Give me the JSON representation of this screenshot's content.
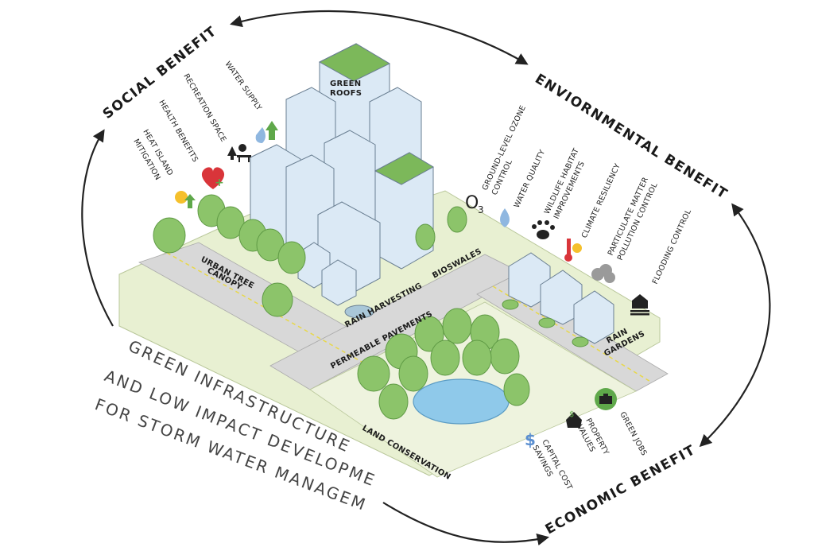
{
  "headings": {
    "social": "SOCIAL BENEFITS",
    "environmental": "ENVIORNMENTAL BENEFITS",
    "economic": "ECONOMIC BENEFITS"
  },
  "title_lines": [
    "GREEN INFRASTRUCTURE",
    "AND LOW IMPACT DEVELOPMENT",
    "FOR STORM WATER MANAGEMENT"
  ],
  "social_items": {
    "water_supply": "WATER SUPPLY",
    "recreation_space": "RECREATION SPACE",
    "health_benefits": "HEALTH BENEFITS",
    "heat_island_1": "HEAT ISLAND",
    "heat_island_2": "MITIGATION"
  },
  "environmental_items": {
    "ozone_1": "GROUND-LEVEL OZONE",
    "ozone_2": "CONTROL",
    "ozone_symbol": "O",
    "ozone_sub": "3",
    "water_quality": "WATER QUALITY",
    "wildlife_1": "WILDLIFE HABITAT",
    "wildlife_2": "IMPROVEMENTS",
    "climate": "CLIMATE RESILIENCY",
    "particulate_1": "PARTICULATE MATTER",
    "particulate_2": "POLLUTION CONTROL",
    "flooding": "FLOODING CONTROL"
  },
  "economic_items": {
    "green_jobs": "GREEN JOBS",
    "property_1": "PROPERTY",
    "property_2": "VALUES",
    "capital_1": "CAPITAL COST",
    "capital_2": "SAVINGS",
    "dollar": "$"
  },
  "scene_labels": {
    "green_roofs_1": "GREEN",
    "green_roofs_2": "ROOFS",
    "urban_tree_1": "URBAN TREE",
    "urban_tree_2": "CANOPY",
    "bioswales": "BIOSWALES",
    "rain_harvesting": "RAIN HARVESTING",
    "permeable_pavements": "PERMEABLE PAVEMENTS",
    "rain_gardens_1": "RAIN",
    "rain_gardens_2": "GARDENS",
    "land_conservation": "LAND CONSERVATION"
  },
  "colors": {
    "ground": "#e8f0d2",
    "pavement": "#d8d8d8",
    "building": "#dbe9f5",
    "roof": "#7cb85a",
    "tree": "#8cc46a",
    "water": "#8fc9ea",
    "heart": "#d9353a"
  }
}
